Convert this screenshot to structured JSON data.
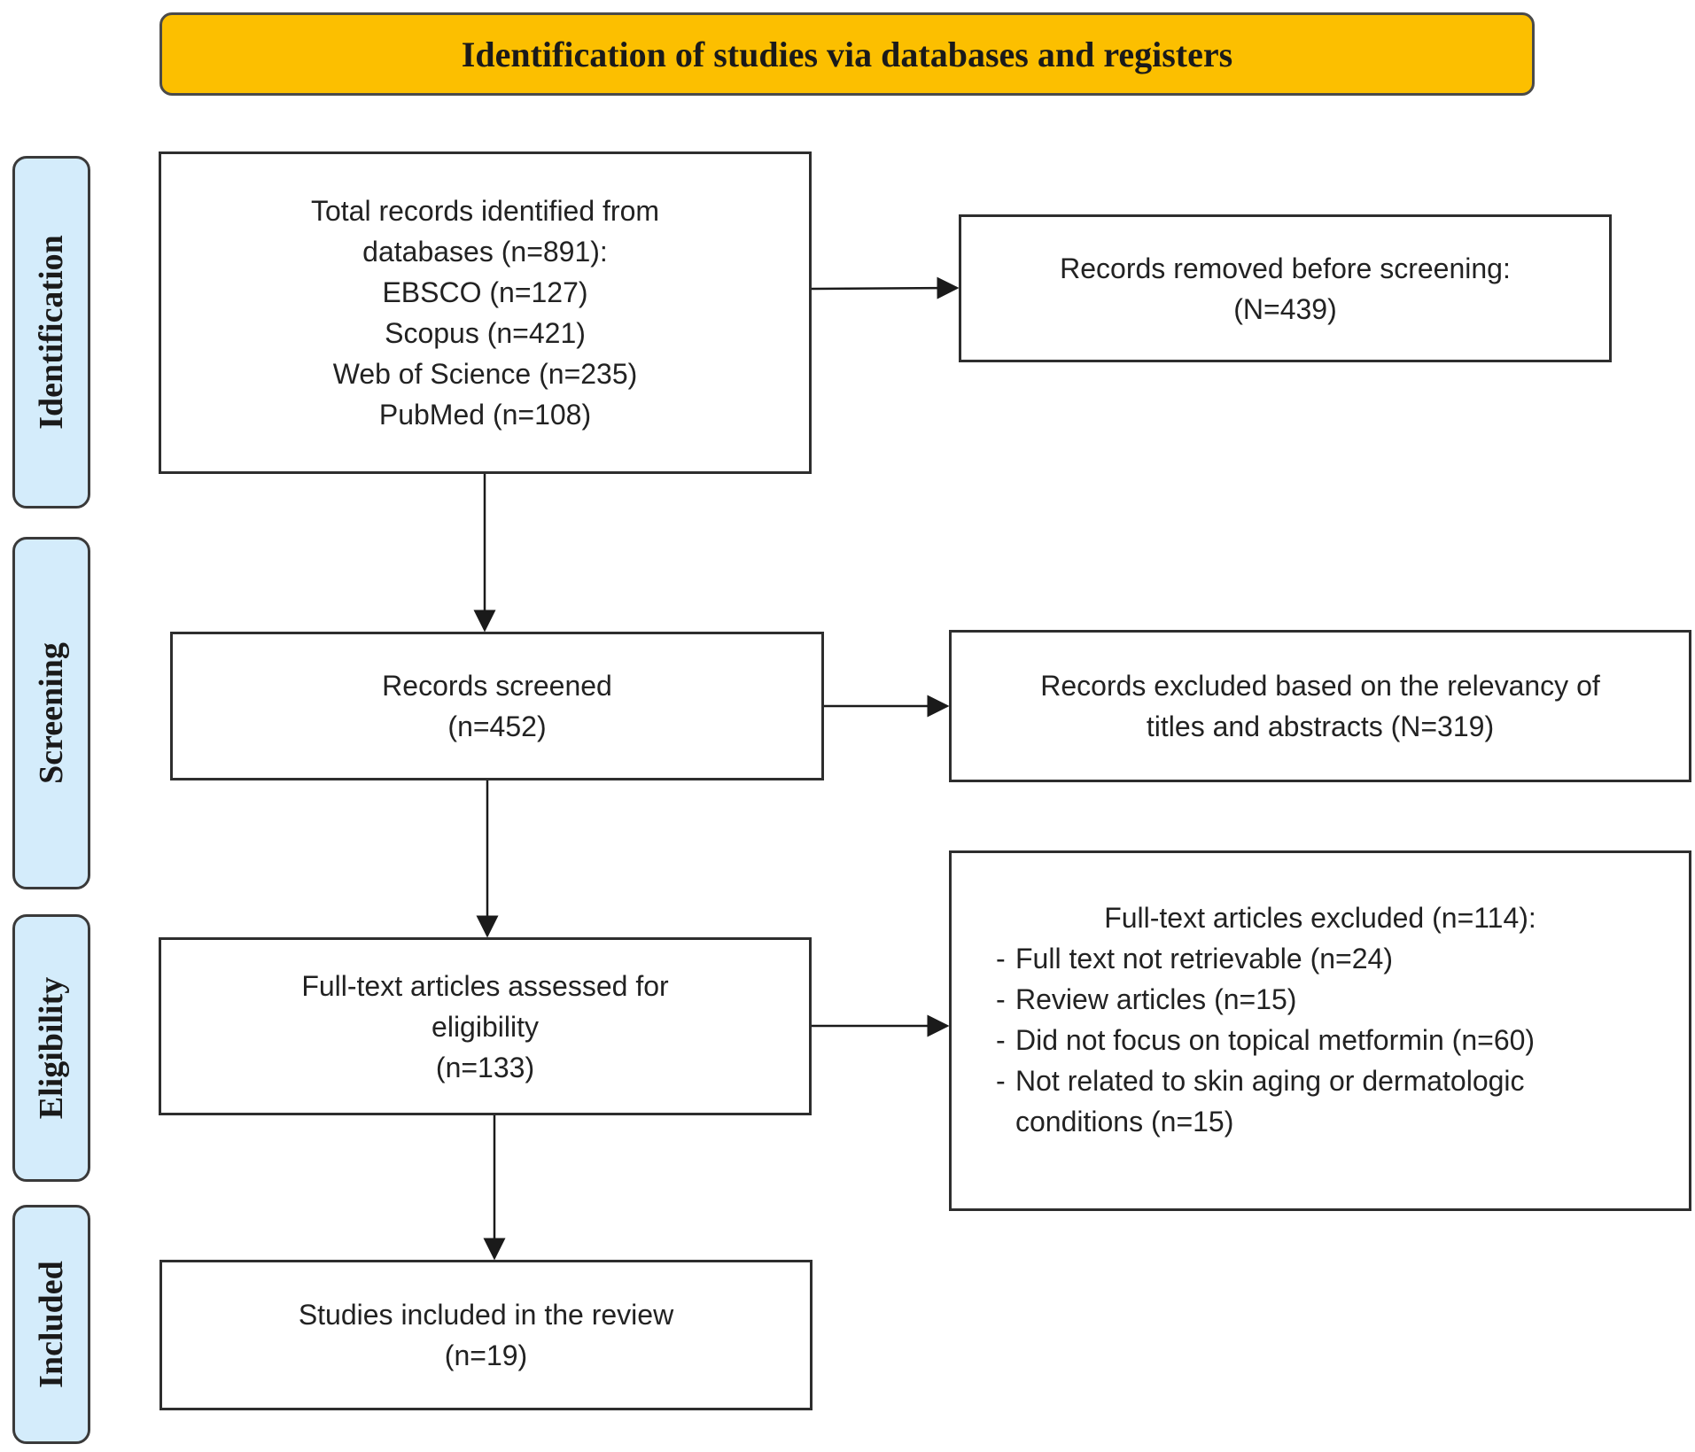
{
  "header": {
    "title": "Identification of studies via databases and registers"
  },
  "phases": {
    "identification": "Identification",
    "screening": "Screening",
    "eligibility": "Eligibility",
    "included": "Included"
  },
  "identified": {
    "lines": [
      "Total records identified from",
      "databases (n=891):",
      "EBSCO (n=127)",
      "Scopus (n=421)",
      "Web of Science (n=235)",
      "PubMed (n=108)"
    ]
  },
  "removed": {
    "lines": [
      "Records removed before screening:",
      "(N=439)"
    ]
  },
  "screened": {
    "lines": [
      "Records screened",
      "(n=452)"
    ]
  },
  "excluded_titles": {
    "lines": [
      "Records excluded based on the relevancy of",
      "titles and abstracts (N=319)"
    ]
  },
  "assessed": {
    "lines": [
      "Full-text articles assessed for",
      "eligibility",
      "(n=133)"
    ]
  },
  "excluded_fulltext": {
    "heading": "Full-text articles excluded (n=114):",
    "items": [
      "Full text not retrievable (n=24)",
      "Review articles (n=15)",
      "Did not focus on topical metformin (n=60)",
      "Not related to skin aging or dermatologic",
      "conditions (n=15)"
    ],
    "dash": "-"
  },
  "included": {
    "lines": [
      "Studies included in the review",
      "(n=19)"
    ]
  },
  "colors": {
    "banner": "#fcbf00",
    "phase_fill": "#d4ecfb",
    "stroke": "#2e2e2e"
  }
}
